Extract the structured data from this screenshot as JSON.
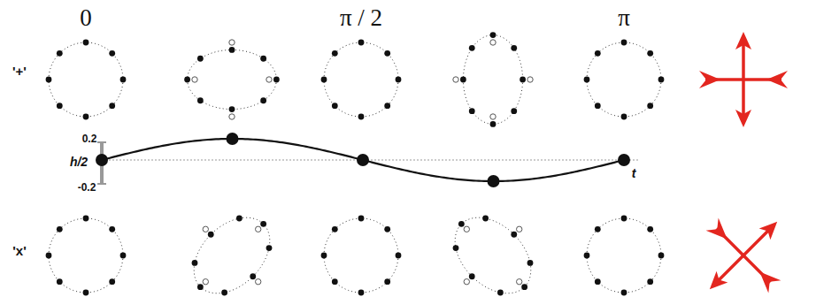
{
  "diagram": {
    "labels": [
      "0",
      "π / 2",
      "π",
      "'+'",
      "0.2",
      "h/2",
      "-0.2",
      "t",
      "'x'"
    ]
  }
}
